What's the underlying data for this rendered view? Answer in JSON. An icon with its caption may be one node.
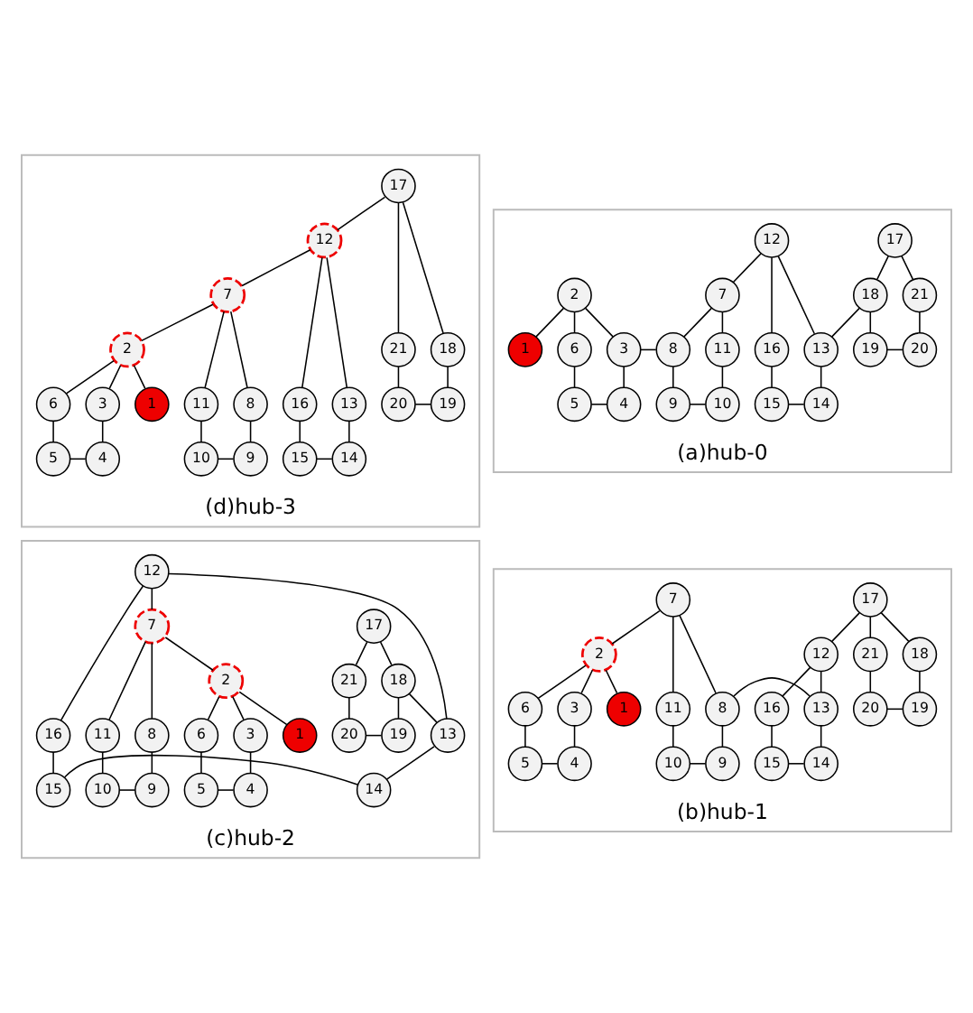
{
  "diagram": {
    "nodes": [
      {
        "text": [
          "(a)hub-0"
        ]
      },
      {
        "text": [
          "1"
        ],
        "in": 0
      },
      {
        "text": [
          "2"
        ],
        "in": 0
      },
      {
        "text": [
          "3"
        ],
        "in": 0
      },
      {
        "text": [
          "4"
        ],
        "in": 0
      },
      {
        "text": [
          "5"
        ],
        "in": 0
      },
      {
        "text": [
          "6"
        ],
        "in": 0
      },
      {
        "text": [
          "7"
        ],
        "in": 0
      },
      {
        "text": [
          "8"
        ],
        "in": 0
      },
      {
        "text": [
          "9"
        ],
        "in": 0
      },
      {
        "text": [
          "10"
        ],
        "in": 0
      },
      {
        "text": [
          "11"
        ],
        "in": 0
      },
      {
        "text": [
          "12"
        ],
        "in": 0
      },
      {
        "text": [
          "13"
        ],
        "in": 0
      },
      {
        "text": [
          "14"
        ],
        "in": 0
      },
      {
        "text": [
          "15"
        ],
        "in": 0
      },
      {
        "text": [
          "16"
        ],
        "in": 0
      },
      {
        "text": [
          "17"
        ],
        "in": 0
      },
      {
        "text": [
          "18"
        ],
        "in": 0
      },
      {
        "text": [
          "19"
        ],
        "in": 0
      },
      {
        "text": [
          "20"
        ],
        "in": 0
      },
      {
        "text": [
          "21"
        ],
        "in": 0
      },
      {
        "text": [
          "(b)hub-1"
        ]
      },
      {
        "text": [
          "1"
        ],
        "in": 22
      },
      {
        "text": [
          "2"
        ],
        "in": 22
      },
      {
        "text": [
          "3"
        ],
        "in": 22
      },
      {
        "text": [
          "4"
        ],
        "in": 22
      },
      {
        "text": [
          "5"
        ],
        "in": 22
      },
      {
        "text": [
          "6"
        ],
        "in": 22
      },
      {
        "text": [
          "7"
        ],
        "in": 22
      },
      {
        "text": [
          "8"
        ],
        "in": 22
      },
      {
        "text": [
          "9"
        ],
        "in": 22
      },
      {
        "text": [
          "10"
        ],
        "in": 22
      },
      {
        "text": [
          "11"
        ],
        "in": 22
      },
      {
        "text": [
          "12"
        ],
        "in": 22
      },
      {
        "text": [
          "13"
        ],
        "in": 22
      },
      {
        "text": [
          "14"
        ],
        "in": 22
      },
      {
        "text": [
          "15"
        ],
        "in": 22
      },
      {
        "text": [
          "16"
        ],
        "in": 22
      },
      {
        "text": [
          "17"
        ],
        "in": 22
      },
      {
        "text": [
          "18"
        ],
        "in": 22
      },
      {
        "text": [
          "19"
        ],
        "in": 22
      },
      {
        "text": [
          "20"
        ],
        "in": 22
      },
      {
        "text": [
          "21"
        ],
        "in": 22
      },
      {
        "text": [
          "(c)hub-2"
        ]
      },
      {
        "text": [
          "1"
        ],
        "in": 44
      },
      {
        "text": [
          "2"
        ],
        "in": 44
      },
      {
        "text": [
          "3"
        ],
        "in": 44
      },
      {
        "text": [
          "4"
        ],
        "in": 44
      },
      {
        "text": [
          "5"
        ],
        "in": 44
      },
      {
        "text": [
          "6"
        ],
        "in": 44
      },
      {
        "text": [
          "7"
        ],
        "in": 44
      },
      {
        "text": [
          "8"
        ],
        "in": 44
      },
      {
        "text": [
          "9"
        ],
        "in": 44
      },
      {
        "text": [
          "10"
        ],
        "in": 44
      },
      {
        "text": [
          "11"
        ],
        "in": 44
      },
      {
        "text": [
          "12"
        ],
        "in": 44
      },
      {
        "text": [
          "13"
        ],
        "in": 44
      },
      {
        "text": [
          "14"
        ],
        "in": 44
      },
      {
        "text": [
          "15"
        ],
        "in": 44
      },
      {
        "text": [
          "16"
        ],
        "in": 44
      },
      {
        "text": [
          "17"
        ],
        "in": 44
      },
      {
        "text": [
          "18"
        ],
        "in": 44
      },
      {
        "text": [
          "19"
        ],
        "in": 44
      },
      {
        "text": [
          "20"
        ],
        "in": 44
      },
      {
        "text": [
          "21"
        ],
        "in": 44
      },
      {
        "text": [
          "(d)hub-3"
        ]
      },
      {
        "text": [
          "1"
        ],
        "in": 66
      },
      {
        "text": [
          "2"
        ],
        "in": 66
      },
      {
        "text": [
          "3"
        ],
        "in": 66
      },
      {
        "text": [
          "4"
        ],
        "in": 66
      },
      {
        "text": [
          "5"
        ],
        "in": 66
      },
      {
        "text": [
          "6"
        ],
        "in": 66
      },
      {
        "text": [
          "7"
        ],
        "in": 66
      },
      {
        "text": [
          "8"
        ],
        "in": 66
      },
      {
        "text": [
          "9"
        ],
        "in": 66
      },
      {
        "text": [
          "10"
        ],
        "in": 66
      },
      {
        "text": [
          "11"
        ],
        "in": 66
      },
      {
        "text": [
          "12"
        ],
        "in": 66
      },
      {
        "text": [
          "13"
        ],
        "in": 66
      },
      {
        "text": [
          "14"
        ],
        "in": 66
      },
      {
        "text": [
          "15"
        ],
        "in": 66
      },
      {
        "text": [
          "16"
        ],
        "in": 66
      },
      {
        "text": [
          "17"
        ],
        "in": 66
      },
      {
        "text": [
          "18"
        ],
        "in": 66
      },
      {
        "text": [
          "19"
        ],
        "in": 66
      },
      {
        "text": [
          "20"
        ],
        "in": 66
      },
      {
        "text": [
          "21"
        ],
        "in": 66
      }
    ],
    "edges": [
      {
        "from": 1,
        "to": 2,
        "arrow": "none"
      },
      {
        "from": 2,
        "to": 3,
        "arrow": "none"
      },
      {
        "from": 3,
        "to": 4,
        "arrow": "none"
      },
      {
        "from": 4,
        "to": 5,
        "arrow": "none"
      },
      {
        "from": 5,
        "to": 6,
        "arrow": "none"
      },
      {
        "from": 6,
        "to": 2,
        "arrow": "none"
      },
      {
        "from": 3,
        "to": 8,
        "arrow": "none"
      },
      {
        "from": 7,
        "to": 8,
        "arrow": "none"
      },
      {
        "from": 8,
        "to": 9,
        "arrow": "none"
      },
      {
        "from": 9,
        "to": 10,
        "arrow": "none"
      },
      {
        "from": 10,
        "to": 11,
        "arrow": "none"
      },
      {
        "from": 11,
        "to": 7,
        "arrow": "none"
      },
      {
        "from": 7,
        "to": 12,
        "arrow": "none"
      },
      {
        "from": 12,
        "to": 13,
        "arrow": "none"
      },
      {
        "from": 13,
        "to": 14,
        "arrow": "none"
      },
      {
        "from": 14,
        "to": 15,
        "arrow": "none"
      },
      {
        "from": 15,
        "to": 16,
        "arrow": "none"
      },
      {
        "from": 16,
        "to": 12,
        "arrow": "none"
      },
      {
        "from": 13,
        "to": 18,
        "arrow": "none"
      },
      {
        "from": 17,
        "to": 18,
        "arrow": "none"
      },
      {
        "from": 18,
        "to": 19,
        "arrow": "none"
      },
      {
        "from": 19,
        "to": 20,
        "arrow": "none"
      },
      {
        "from": 20,
        "to": 21,
        "arrow": "none"
      },
      {
        "from": 21,
        "to": 17,
        "arrow": "none"
      },
      {
        "from": 23,
        "to": 24,
        "arrow": "none"
      },
      {
        "from": 24,
        "to": 25,
        "arrow": "none"
      },
      {
        "from": 25,
        "to": 26,
        "arrow": "none"
      },
      {
        "from": 26,
        "to": 27,
        "arrow": "none"
      },
      {
        "from": 27,
        "to": 28,
        "arrow": "none"
      },
      {
        "from": 28,
        "to": 24,
        "arrow": "none"
      },
      {
        "from": 24,
        "to": 29,
        "arrow": "none"
      },
      {
        "from": 29,
        "to": 30,
        "arrow": "none"
      },
      {
        "from": 30,
        "to": 31,
        "arrow": "none"
      },
      {
        "from": 31,
        "to": 32,
        "arrow": "none"
      },
      {
        "from": 32,
        "to": 33,
        "arrow": "none"
      },
      {
        "from": 33,
        "to": 29,
        "arrow": "none"
      },
      {
        "from": 30,
        "to": 35,
        "arrow": "none"
      },
      {
        "from": 34,
        "to": 35,
        "arrow": "none"
      },
      {
        "from": 35,
        "to": 36,
        "arrow": "none"
      },
      {
        "from": 36,
        "to": 37,
        "arrow": "none"
      },
      {
        "from": 37,
        "to": 38,
        "arrow": "none"
      },
      {
        "from": 38,
        "to": 34,
        "arrow": "none"
      },
      {
        "from": 34,
        "to": 39,
        "arrow": "none"
      },
      {
        "from": 39,
        "to": 40,
        "arrow": "none"
      },
      {
        "from": 40,
        "to": 41,
        "arrow": "none"
      },
      {
        "from": 41,
        "to": 42,
        "arrow": "none"
      },
      {
        "from": 42,
        "to": 43,
        "arrow": "none"
      },
      {
        "from": 43,
        "to": 39,
        "arrow": "none"
      },
      {
        "from": 45,
        "to": 46,
        "arrow": "none"
      },
      {
        "from": 46,
        "to": 47,
        "arrow": "none"
      },
      {
        "from": 47,
        "to": 48,
        "arrow": "none"
      },
      {
        "from": 48,
        "to": 49,
        "arrow": "none"
      },
      {
        "from": 49,
        "to": 50,
        "arrow": "none"
      },
      {
        "from": 50,
        "to": 46,
        "arrow": "none"
      },
      {
        "from": 46,
        "to": 51,
        "arrow": "none"
      },
      {
        "from": 51,
        "to": 52,
        "arrow": "none"
      },
      {
        "from": 52,
        "to": 53,
        "arrow": "none"
      },
      {
        "from": 53,
        "to": 54,
        "arrow": "none"
      },
      {
        "from": 54,
        "to": 55,
        "arrow": "none"
      },
      {
        "from": 55,
        "to": 51,
        "arrow": "none"
      },
      {
        "from": 51,
        "to": 56,
        "arrow": "none"
      },
      {
        "from": 56,
        "to": 57,
        "arrow": "none"
      },
      {
        "from": 57,
        "to": 58,
        "arrow": "none"
      },
      {
        "from": 58,
        "to": 59,
        "arrow": "none"
      },
      {
        "from": 59,
        "to": 60,
        "arrow": "none"
      },
      {
        "from": 60,
        "to": 56,
        "arrow": "none"
      },
      {
        "from": 57,
        "to": 62,
        "arrow": "none"
      },
      {
        "from": 61,
        "to": 62,
        "arrow": "none"
      },
      {
        "from": 62,
        "to": 63,
        "arrow": "none"
      },
      {
        "from": 63,
        "to": 64,
        "arrow": "none"
      },
      {
        "from": 64,
        "to": 65,
        "arrow": "none"
      },
      {
        "from": 65,
        "to": 61,
        "arrow": "none"
      },
      {
        "from": 67,
        "to": 68,
        "arrow": "none"
      },
      {
        "from": 68,
        "to": 69,
        "arrow": "none"
      },
      {
        "from": 69,
        "to": 70,
        "arrow": "none"
      },
      {
        "from": 70,
        "to": 71,
        "arrow": "none"
      },
      {
        "from": 71,
        "to": 72,
        "arrow": "none"
      },
      {
        "from": 72,
        "to": 68,
        "arrow": "none"
      },
      {
        "from": 68,
        "to": 73,
        "arrow": "none"
      },
      {
        "from": 73,
        "to": 74,
        "arrow": "none"
      },
      {
        "from": 74,
        "to": 75,
        "arrow": "none"
      },
      {
        "from": 75,
        "to": 76,
        "arrow": "none"
      },
      {
        "from": 76,
        "to": 77,
        "arrow": "none"
      },
      {
        "from": 77,
        "to": 73,
        "arrow": "none"
      },
      {
        "from": 73,
        "to": 78,
        "arrow": "none"
      },
      {
        "from": 78,
        "to": 79,
        "arrow": "none"
      },
      {
        "from": 79,
        "to": 80,
        "arrow": "none"
      },
      {
        "from": 80,
        "to": 81,
        "arrow": "none"
      },
      {
        "from": 81,
        "to": 82,
        "arrow": "none"
      },
      {
        "from": 82,
        "to": 78,
        "arrow": "none"
      },
      {
        "from": 78,
        "to": 83,
        "arrow": "none"
      },
      {
        "from": 83,
        "to": 84,
        "arrow": "none"
      },
      {
        "from": 84,
        "to": 85,
        "arrow": "none"
      },
      {
        "from": 85,
        "to": 86,
        "arrow": "none"
      },
      {
        "from": 86,
        "to": 87,
        "arrow": "none"
      },
      {
        "from": 87,
        "to": 83,
        "arrow": "none"
      }
    ]
  }
}
